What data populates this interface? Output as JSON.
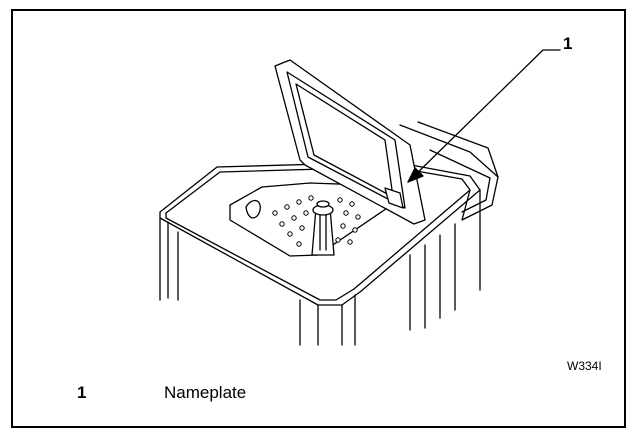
{
  "figure": {
    "callout": "1",
    "code": "W334I"
  },
  "legend": [
    {
      "number": "1",
      "label": "Nameplate"
    }
  ]
}
